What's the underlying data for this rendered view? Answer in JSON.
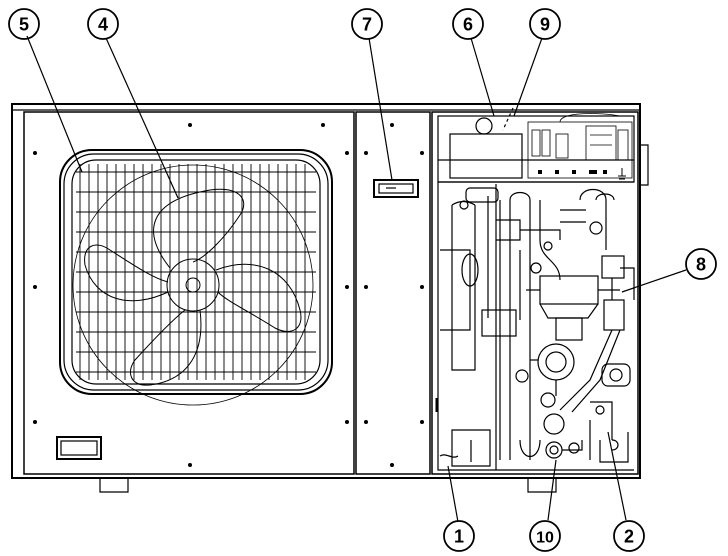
{
  "callouts": [
    {
      "label": "1"
    },
    {
      "label": "2"
    },
    {
      "label": "4"
    },
    {
      "label": "5"
    },
    {
      "label": "6"
    },
    {
      "label": "7"
    },
    {
      "label": "8"
    },
    {
      "label": "9"
    },
    {
      "label": "10"
    }
  ],
  "colors": {
    "line": "#000000",
    "background": "#ffffff"
  }
}
